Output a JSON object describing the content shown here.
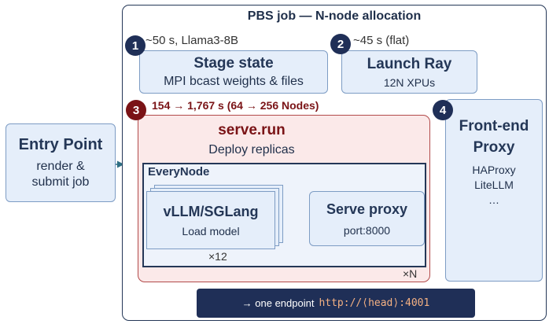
{
  "title": "PBS job — N-node allocation",
  "entry": {
    "title": "Entry Point",
    "line1": "render &",
    "line2": "submit job"
  },
  "stage": {
    "badge": "1",
    "note": "~50 s, Llama3-8B",
    "title": "Stage state",
    "subtitle": "MPI bcast weights & files"
  },
  "ray": {
    "badge": "2",
    "note": "~45 s (flat)",
    "title": "Launch Ray",
    "subtitle": "12N XPUs"
  },
  "serve": {
    "badge": "3",
    "header": "154 → 1,767 s (64 → 256 Nodes)",
    "title": "serve.run",
    "subtitle": "Deploy replicas",
    "multiplier": "×N"
  },
  "everynode": {
    "label": "EveryNode"
  },
  "vllm": {
    "title": "vLLM/SGLang",
    "subtitle": "Load model",
    "multiplier": "×12"
  },
  "serve_proxy": {
    "title": "Serve proxy",
    "subtitle": "port:8000"
  },
  "frontend": {
    "badge": "4",
    "title_line1": "Front-end",
    "title_line2": "Proxy",
    "items": [
      "HAProxy",
      "LiteLLM",
      "…"
    ]
  },
  "endpoint": {
    "text": "→ one endpoint",
    "code": "http://⟨head⟩:4001"
  },
  "colors": {
    "navy": "#1f2f57",
    "dark_red": "#7a1316",
    "teal_arrow": "#2f7a8c",
    "box_fill": "#e5eefa",
    "serve_fill": "#fbe9e9"
  }
}
